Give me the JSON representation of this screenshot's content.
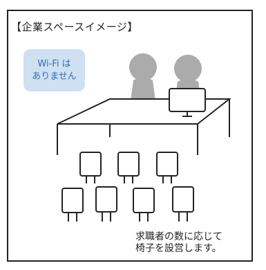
{
  "title": "【企業スペースイメージ】",
  "wifi_note": {
    "line1": "Wi-Fi は",
    "line2": "ありません"
  },
  "caption": {
    "line1": "求職者の数に応じて",
    "line2": "椅子を設営します。"
  },
  "colors": {
    "person": "#ababab",
    "wifi_bg": "#cfe0f3",
    "wifi_text": "#2f6fb2",
    "line": "#222222"
  },
  "icons": [
    "person-icon",
    "laptop-icon",
    "table-icon",
    "chair-icon"
  ]
}
